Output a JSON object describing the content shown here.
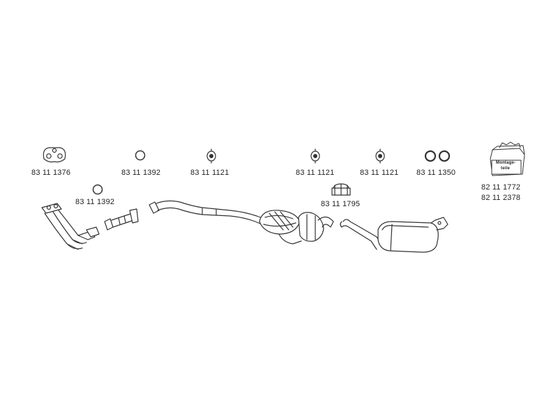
{
  "parts": {
    "p1376": "83 11 1376",
    "p1392_a": "83 11 1392",
    "p1121_a": "83 11 1121",
    "p1121_b": "83 11 1121",
    "p1121_c": "83 11 1121",
    "p1350": "83 11 1350",
    "p1392_b": "83 11 1392",
    "p1795": "83 11 1795",
    "p1772": "82 11 1772",
    "p2378": "82 11 2378"
  },
  "kit": {
    "line1": "Montage-",
    "line2": "teile"
  }
}
